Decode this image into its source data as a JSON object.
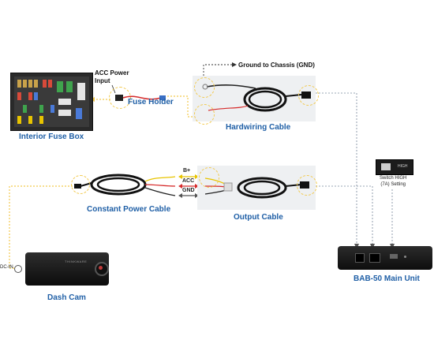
{
  "labels": {
    "acc_power_input": "ACC Power\nInput",
    "fuse_holder": "Fuse Holder",
    "ground_to_chassis": "Ground to Chassis (GND)",
    "hardwiring_cable": "Hardwiring Cable",
    "interior_fuse_box": "Interior Fuse Box",
    "b_plus": "B+",
    "acc": "ACC",
    "gnd": "GND",
    "constant_power_cable": "Constant  Power Cable",
    "output_cable": "Output Cable",
    "switch_setting": "Switch HIGH\n(7A) Setting",
    "switch_high_mark": "HIGH",
    "dc_in": "DC-IN",
    "dash_cam": "Dash Cam",
    "main_unit": "BAB-50 Main Unit",
    "dashcam_brand": "THINKWARE"
  },
  "colors": {
    "label_blue": "#1f5fa6",
    "callout_yellow": "#f2c94c",
    "b_plus_wire": "#e8c400",
    "acc_wire": "#d62b2b",
    "gnd_wire": "#222222",
    "connector_line": "#9aa7b4"
  }
}
